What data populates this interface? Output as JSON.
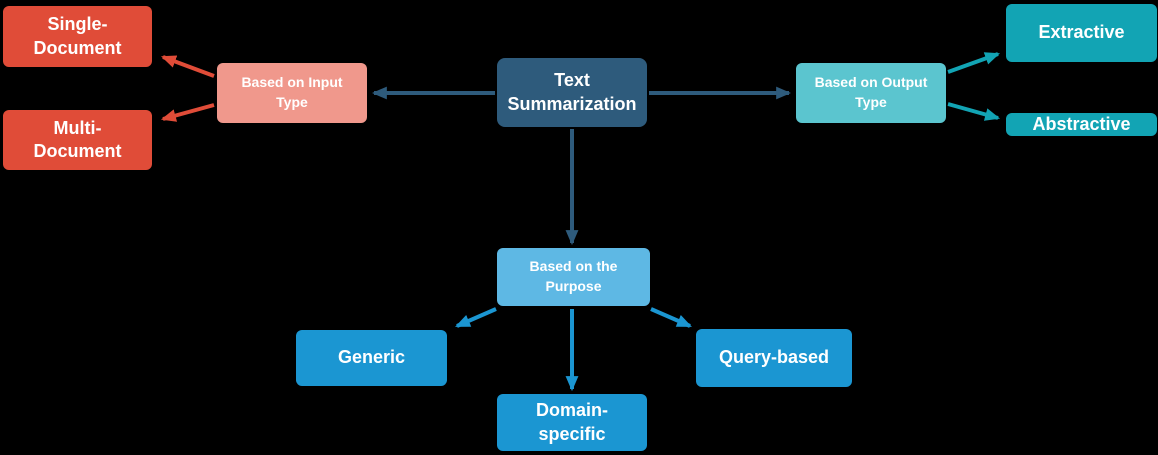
{
  "palette": {
    "background": "#000000",
    "root_box": "#2E5B7C",
    "root_arrow": "#2E5B7C",
    "input_parent_box": "#F0988C",
    "input_child_box": "#E04C38",
    "input_arrow": "#E04C38",
    "output_parent_box": "#5BC5CF",
    "output_child_box": "#12A4B4",
    "output_arrow": "#12A4B4",
    "purpose_parent_box": "#5EB8E4",
    "purpose_child_box": "#1B96D2",
    "purpose_arrow": "#1B96D2",
    "text": "#FFFFFF"
  },
  "nodes": {
    "root": {
      "label": "Text\nSummarization"
    },
    "input": {
      "label": "Based on Input\nType"
    },
    "single": {
      "label": "Single-\nDocument"
    },
    "multi": {
      "label": "Multi-\nDocument"
    },
    "output": {
      "label": "Based on Output\nType"
    },
    "extractive": {
      "label": "Extractive"
    },
    "abstractive": {
      "label": "Abstractive"
    },
    "purpose": {
      "label": "Based on the\nPurpose"
    },
    "generic": {
      "label": "Generic"
    },
    "domain": {
      "label": "Domain-\nspecific"
    },
    "query": {
      "label": "Query-based"
    }
  },
  "edges": [
    {
      "from": "root",
      "to": "input"
    },
    {
      "from": "root",
      "to": "output"
    },
    {
      "from": "root",
      "to": "purpose"
    },
    {
      "from": "input",
      "to": "single"
    },
    {
      "from": "input",
      "to": "multi"
    },
    {
      "from": "output",
      "to": "extractive"
    },
    {
      "from": "output",
      "to": "abstractive"
    },
    {
      "from": "purpose",
      "to": "generic"
    },
    {
      "from": "purpose",
      "to": "domain"
    },
    {
      "from": "purpose",
      "to": "query"
    }
  ]
}
